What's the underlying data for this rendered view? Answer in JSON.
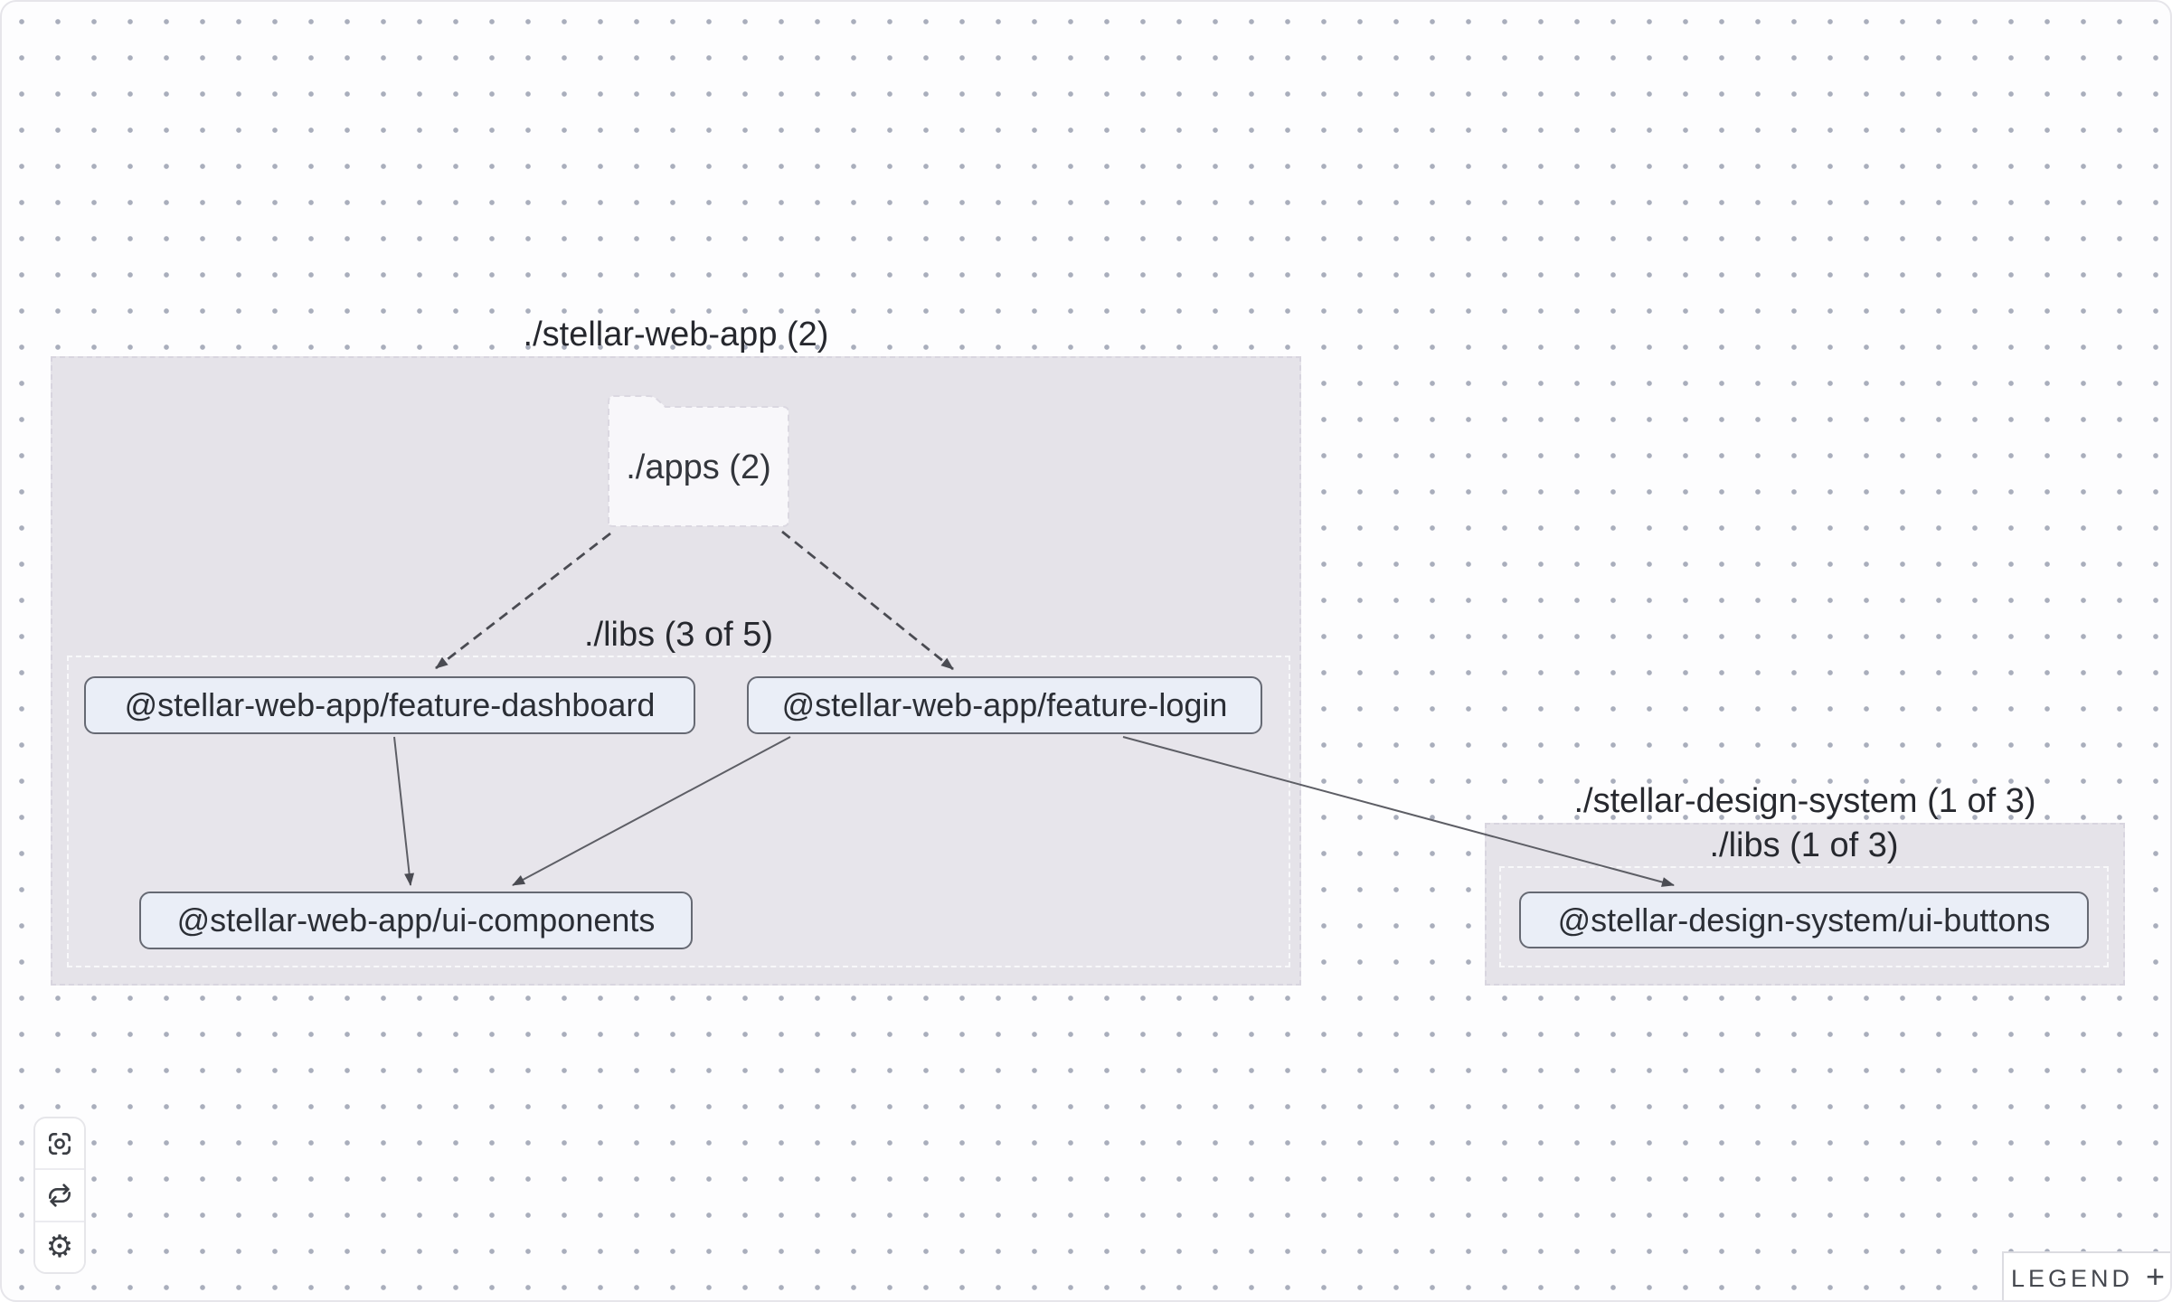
{
  "graph": {
    "groups": [
      {
        "id": "stellar-web-app",
        "label": "./stellar-web-app (2)"
      },
      {
        "id": "stellar-web-app-libs",
        "label": "./libs (3 of 5)",
        "parent": "stellar-web-app"
      },
      {
        "id": "stellar-design-system",
        "label": "./stellar-design-system (1 of 3)"
      },
      {
        "id": "stellar-design-system-libs",
        "label": "./libs (1 of 3)",
        "parent": "stellar-design-system"
      }
    ],
    "composite_nodes": [
      {
        "id": "apps",
        "label": "./apps (2)",
        "parent": "stellar-web-app"
      }
    ],
    "nodes": [
      {
        "id": "feature-dashboard",
        "label": "@stellar-web-app/feature-dashboard",
        "group": "stellar-web-app-libs"
      },
      {
        "id": "feature-login",
        "label": "@stellar-web-app/feature-login",
        "group": "stellar-web-app-libs"
      },
      {
        "id": "ui-components",
        "label": "@stellar-web-app/ui-components",
        "group": "stellar-web-app-libs"
      },
      {
        "id": "ui-buttons",
        "label": "@stellar-design-system/ui-buttons",
        "group": "stellar-design-system-libs"
      }
    ],
    "edges": [
      {
        "from": "apps",
        "to": "feature-dashboard",
        "style": "dashed"
      },
      {
        "from": "apps",
        "to": "feature-login",
        "style": "dashed"
      },
      {
        "from": "feature-dashboard",
        "to": "ui-components",
        "style": "solid"
      },
      {
        "from": "feature-login",
        "to": "ui-components",
        "style": "solid"
      },
      {
        "from": "feature-login",
        "to": "ui-buttons",
        "style": "solid"
      }
    ]
  },
  "toolbar": {
    "buttons": [
      {
        "icon": "focus-icon"
      },
      {
        "icon": "refresh-icon"
      },
      {
        "icon": "settings-gear-icon"
      }
    ]
  },
  "legend": {
    "label": "LEGEND",
    "toggle_symbol": "+"
  },
  "colors": {
    "canvas": "#fdfdfe",
    "dot": "#a9aebc",
    "group_fill": "#e5e3e9",
    "node_fill": "#eaeef7",
    "node_border": "#666973",
    "edge": "#4a4b52"
  }
}
